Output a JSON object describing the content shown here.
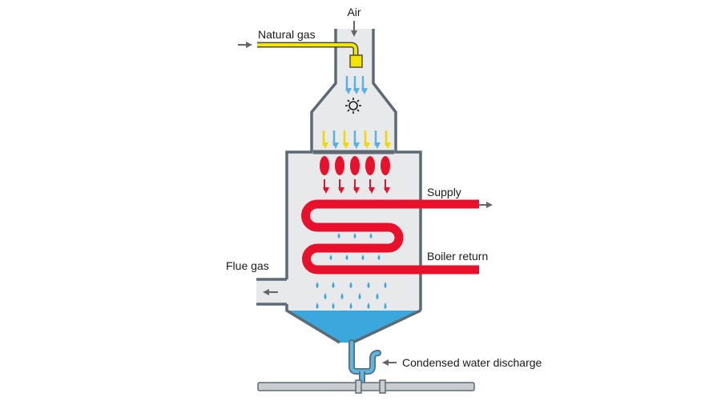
{
  "labels": {
    "air": "Air",
    "natural_gas": "Natural gas",
    "supply": "Supply",
    "boiler_return": "Boiler return",
    "flue_gas": "Flue gas",
    "condensed_water_discharge": "Condensed water discharge"
  },
  "colors": {
    "wall": "#5d6a73",
    "chamber": "#e8e9eb",
    "gas_line": "#f2e600",
    "air_arrow": "#5ab0e0",
    "flame": "#e8102a",
    "pipe": "#e8102a",
    "water": "#3aa8dc",
    "drain": "#5ab8e2",
    "ground_pipe": "#c9ccd0"
  },
  "icons": {
    "fan": "fan-icon",
    "flow_arrow": "arrow-icon",
    "droplet": "water-droplet-icon",
    "flame": "flame-icon"
  }
}
